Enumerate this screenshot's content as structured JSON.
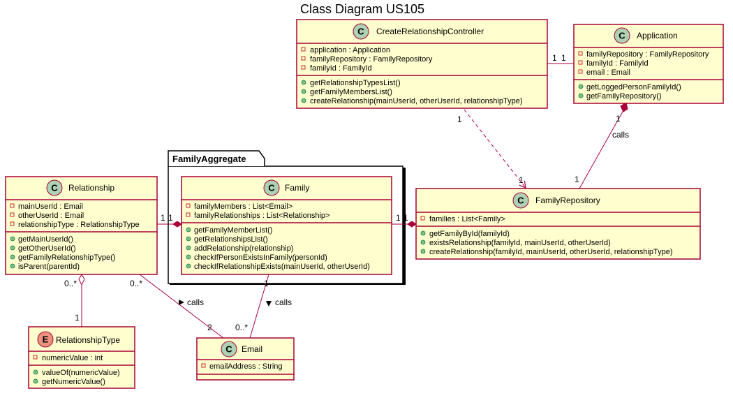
{
  "title": "Class Diagram US105",
  "package": {
    "name": "FamilyAggregate"
  },
  "classes": {
    "controller": {
      "name": "CreateRelationshipController",
      "stereotype": "C",
      "attributes": [
        "application : Application",
        "familyRepository : FamilyRepository",
        "familyId : FamilyId"
      ],
      "methods": [
        "getRelationshipTypesList()",
        "getFamilyMembersList()",
        "createRelationship(mainUserId, otherUserId, relationshipType)"
      ]
    },
    "application": {
      "name": "Application",
      "stereotype": "C",
      "attributes": [
        "familyRepository : FamilyRepository",
        "familyId : FamilyId",
        "email : Email"
      ],
      "methods": [
        "getLoggedPersonFamilyId()",
        "getFamilyRepository()"
      ]
    },
    "relationship": {
      "name": "Relationship",
      "stereotype": "C",
      "attributes": [
        "mainUserId : Email",
        "otherUserId : Email",
        "relationshipType : RelationshipType"
      ],
      "methods": [
        "getMainUserId()",
        "getOtherUserId()",
        "getFamilyRelationshipType()",
        "isParent(parentId)"
      ]
    },
    "family": {
      "name": "Family",
      "stereotype": "C",
      "attributes": [
        "familyMembers : List<Email>",
        "familyRelationships : List<Relationship>"
      ],
      "methods": [
        "getFamilyMemberList()",
        "getRelationshipsList()",
        "addRelationship(relationship)",
        "checkIfPersonExistsInFamily(personId)",
        "checkIfRelationshipExists(mainUserId, otherUserId)"
      ]
    },
    "familyRepository": {
      "name": "FamilyRepository",
      "stereotype": "C",
      "attributes": [
        "families : List<Family>"
      ],
      "methods": [
        "getFamilyById(familyId)",
        "existsRelationship(familyId, mainUserId, otherUserId)",
        "createRelationship(familyId, mainUserId, otherUserId, relationshipType)"
      ]
    },
    "relationshipType": {
      "name": "RelationshipType",
      "stereotype": "E",
      "attributes": [
        "numericValue : int"
      ],
      "methods": [
        "valueOf(numericValue)",
        "getNumericValue()"
      ]
    },
    "email": {
      "name": "Email",
      "stereotype": "C",
      "attributes": [
        "emailAddress : String"
      ],
      "methods": []
    }
  },
  "edges": {
    "controller_application": {
      "m1": "1",
      "m2": "1"
    },
    "controller_repository": {
      "m1": "1",
      "m2": "1"
    },
    "application_repository": {
      "m1": "1",
      "m2": "1",
      "label": "calls"
    },
    "relationship_family": {
      "m1": "1",
      "m2": "1"
    },
    "family_repository": {
      "m1": "1",
      "m2": "1"
    },
    "relationship_type": {
      "m1": "0..*",
      "m2": "1"
    },
    "relationship_email": {
      "m1": "0..*",
      "m2": "2",
      "label": "calls"
    },
    "family_email": {
      "m1": "1",
      "m2": "0..*",
      "label": "calls"
    }
  },
  "colors": {
    "class_fill": "#FEFECE",
    "border": "#A80036",
    "class_circle": "#ADD1B2",
    "enum_circle": "#EB937F",
    "field_marker": "#C82930",
    "method_marker": "#84BE84"
  }
}
